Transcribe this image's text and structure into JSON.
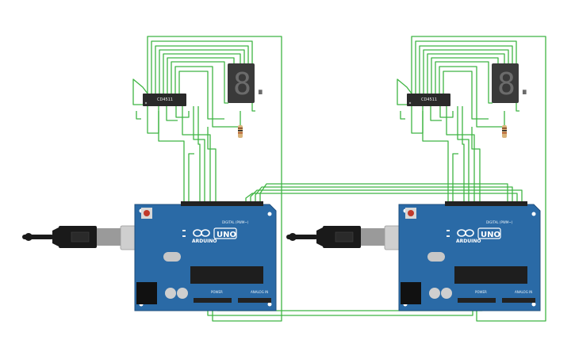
{
  "colors": {
    "wire": "#3fb543",
    "board": "#2a6aa6",
    "board_edge": "#1f4f7e",
    "ic": "#2a2a2a",
    "display": "#3a3a3a",
    "segment": "#6b6b6b",
    "usb_body": "#1a1a1a",
    "usb_metal": "#9a9a9a",
    "header": "#222222",
    "resistor": "#d9b37a"
  },
  "modules": [
    {
      "id": "left",
      "ic_label": "CD4511",
      "board": {
        "brand": "ARDUINO",
        "model": "UNO",
        "digital_label": "DIGITAL (PWM~)",
        "power_label": "POWER",
        "analog_label": "ANALOG IN"
      },
      "display_digit": "8."
    },
    {
      "id": "right",
      "ic_label": "CD4511",
      "board": {
        "brand": "ARDUINO",
        "model": "UNO",
        "digital_label": "DIGITAL (PWM~)",
        "power_label": "POWER",
        "analog_label": "ANALOG IN"
      },
      "display_digit": "8."
    }
  ]
}
